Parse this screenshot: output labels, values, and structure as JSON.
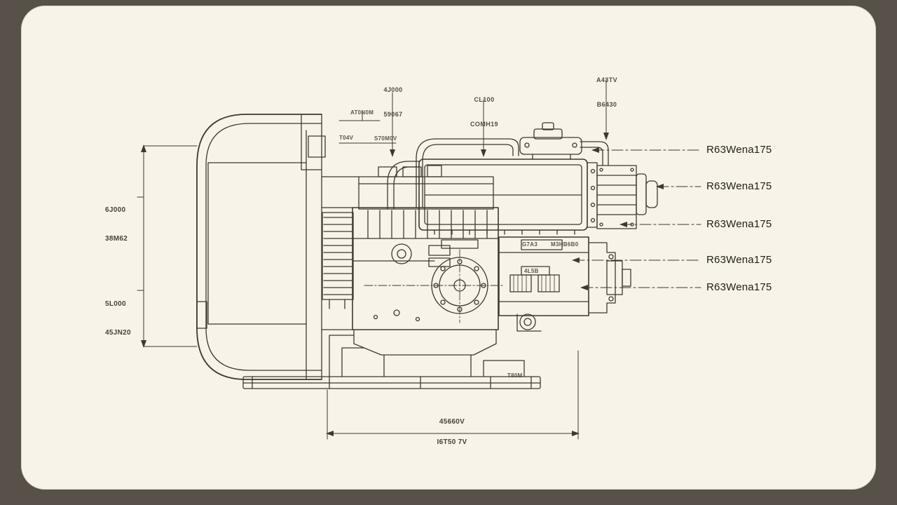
{
  "frame": {
    "background": "#58514a",
    "paper": "#f7f3e8",
    "ink": "#3d3833"
  },
  "callouts": {
    "items": [
      "R63Wena175",
      "R63Wena175",
      "R63Wena175",
      "R63Wena175",
      "R63Wena175"
    ]
  },
  "dimensions": {
    "left_top": {
      "line1": "6J000",
      "line2": "38M62"
    },
    "left_bottom": {
      "line1": "5L000",
      "line2": "45JN20"
    },
    "bottom_upper": "45660V",
    "bottom_lower": "I6T50 7V"
  },
  "top_labels": {
    "vent": {
      "line1": "4J000",
      "line2": "59067"
    },
    "mid_small": "AT0N0M",
    "mid_small2": "T04V",
    "mid_small3": "S70M0V",
    "coolant": {
      "line1": "CL100",
      "line2": "COMH19"
    },
    "breather": {
      "line1": "A43TV",
      "line2": "B6430"
    }
  },
  "part_labels": {
    "plate1": "G7A3",
    "plate2": "M3HB6B0",
    "plate3": "4L5B",
    "foot": "T80M"
  }
}
